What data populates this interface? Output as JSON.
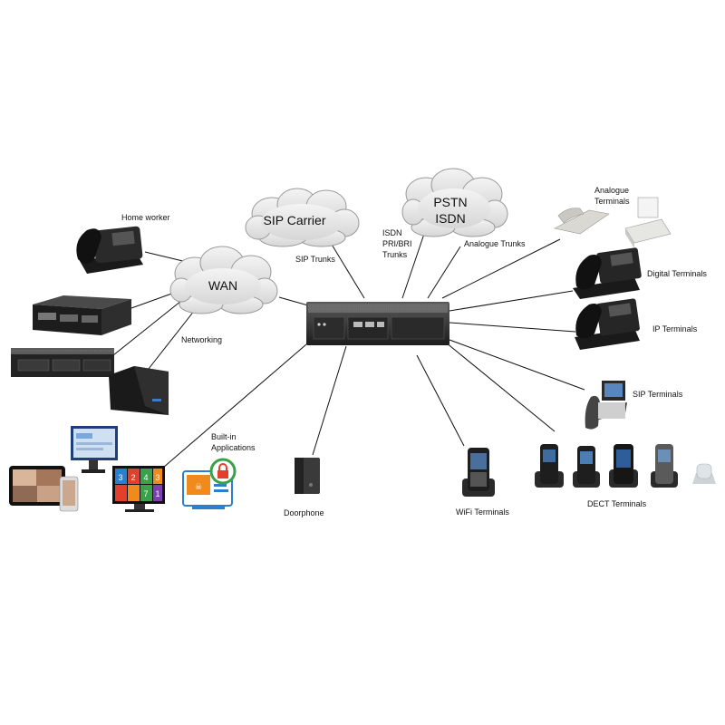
{
  "clouds": {
    "sip_carrier": "SIP Carrier",
    "pstn": "PSTN",
    "isdn": "ISDN",
    "wan": "WAN"
  },
  "labels": {
    "home_worker": "Home worker",
    "sip_trunks": "SIP Trunks",
    "isdn_line1": "ISDN",
    "isdn_line2": "PRI/BRI",
    "isdn_line3": "Trunks",
    "analogue_trunks": "Analogue Trunks",
    "analogue_terminals_line1": "Analogue",
    "analogue_terminals_line2": "Terminals",
    "digital_terminals": "Digital Terminals",
    "ip_terminals": "IP Terminals",
    "sip_terminals": "SIP Terminals",
    "networking": "Networking",
    "builtin_line1": "Built-in",
    "builtin_line2": "Applications",
    "doorphone": "Doorphone",
    "wifi_terminals": "WiFi Terminals",
    "dect_terminals": "DECT Terminals"
  },
  "app_tiles": [
    "3",
    "2",
    "4",
    "3",
    "7",
    "1"
  ],
  "colors": {
    "line": "#111111",
    "cloud_fill": "#e8e8e8",
    "device_dark": "#1e1e1e",
    "device_gray": "#3a3a3a",
    "device_light": "#e6e6e2",
    "app_blue": "#2b7fd0",
    "app_red": "#e2402c",
    "app_green": "#3aa14a",
    "app_orange": "#f08a1d",
    "app_purple": "#7c3fb0"
  },
  "icons": [
    "desk-phone-icon",
    "pbx-server-icon",
    "cloud-icon",
    "cordless-phone-icon",
    "fax-icon",
    "monitor-icon",
    "tablet-icon",
    "security-app-icon",
    "doorphone-icon"
  ]
}
